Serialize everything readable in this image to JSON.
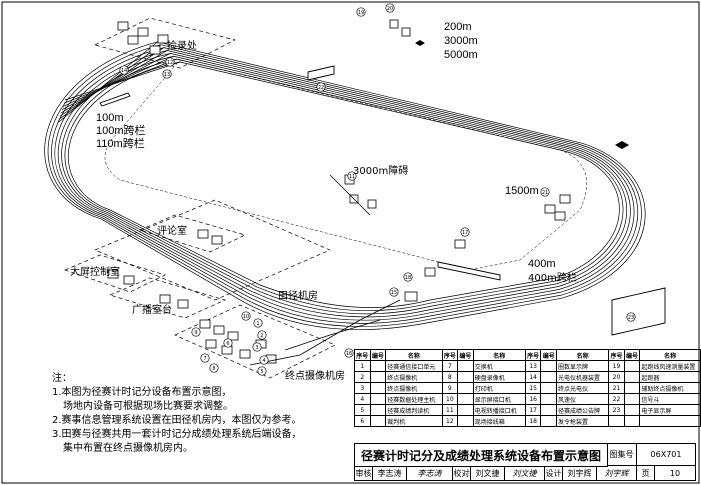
{
  "diagram": {
    "labels": {
      "jianlu_chu": "捡录处",
      "dist_100": "100m",
      "dist_100h": "100m跨栏",
      "dist_110h": "110m跨栏",
      "dist_200": "200m",
      "dist_3000": "3000m",
      "dist_5000": "5000m",
      "steeple": "3000m障碍",
      "dist_1500": "1500m",
      "dist_400": "400m",
      "dist_400h": "400m跨栏",
      "pinglun_shi": "评论室",
      "daping_shi": "大屏控制室",
      "guangbo_shi": "广播室台",
      "tianjing_jifang": "田径机房",
      "zhongdian_jifang": "终点摄像机房"
    },
    "callouts": [
      "1",
      "2",
      "3",
      "4",
      "5",
      "6",
      "7",
      "8",
      "9",
      "10",
      "11",
      "12",
      "13",
      "14",
      "15",
      "16",
      "17",
      "18",
      "19",
      "20",
      "21",
      "22",
      "23"
    ]
  },
  "notes": {
    "title": "注：",
    "lines": [
      "1.本图为径赛计时记分设备布置示意图，",
      "场地内设备可根据现场比赛要求调整。",
      "2.赛事信息管理系统设置在田径机房内，本图仅为参考。",
      "3.田赛与径赛共用一套计时记分成绩处理系统后端设备，",
      "集中布置在终点摄像机房内。"
    ]
  },
  "legend": {
    "headers": [
      "序号",
      "编号",
      "名称"
    ],
    "rows": [
      [
        {
          "no": "1",
          "name": "径赛通信接口单元"
        },
        {
          "no": "7",
          "name": "交换机"
        },
        {
          "no": "13",
          "name": "圈数显示牌"
        },
        {
          "no": "19",
          "name": "起跑线风速测量装置"
        }
      ],
      [
        {
          "no": "2",
          "name": "终点摄像机"
        },
        {
          "no": "8",
          "name": "硬盘录像机"
        },
        {
          "no": "14",
          "name": "光电仪机器装置"
        },
        {
          "no": "20",
          "name": "起跑器"
        }
      ],
      [
        {
          "no": "3",
          "name": "终点摄像机"
        },
        {
          "no": "9",
          "name": "打印机"
        },
        {
          "no": "15",
          "name": "终点光电仪"
        },
        {
          "no": "21",
          "name": "辅助终点摄像机"
        }
      ],
      [
        {
          "no": "4",
          "name": "径赛数据处理主机"
        },
        {
          "no": "10",
          "name": "显示屏接口机"
        },
        {
          "no": "16",
          "name": "风速仪"
        },
        {
          "no": "22",
          "name": "信号斗"
        }
      ],
      [
        {
          "no": "5",
          "name": "径赛成绩判读机"
        },
        {
          "no": "11",
          "name": "电视转播接口机"
        },
        {
          "no": "17",
          "name": "径赛成绩公告牌"
        },
        {
          "no": "23",
          "name": "电子显示屏"
        }
      ],
      [
        {
          "no": "6",
          "name": "裁判机"
        },
        {
          "no": "12",
          "name": "现场接线箱"
        },
        {
          "no": "18",
          "name": "发令枪装置"
        },
        {
          "no": "",
          "name": ""
        }
      ]
    ]
  },
  "title_block": {
    "title": "径赛计时记分及成绩处理系统设备布置示意图",
    "atlas_label": "图集号",
    "atlas_no": "06X701",
    "review_label": "审核",
    "reviewer": "李志涛",
    "review_sig": "李志涛",
    "check_label": "校对",
    "checker": "刘文捷",
    "check_sig": "刘文捷",
    "design_label": "设计",
    "designer": "刘宇辉",
    "design_sig": "刘宇辉",
    "page_label": "页",
    "page_no": "10"
  }
}
